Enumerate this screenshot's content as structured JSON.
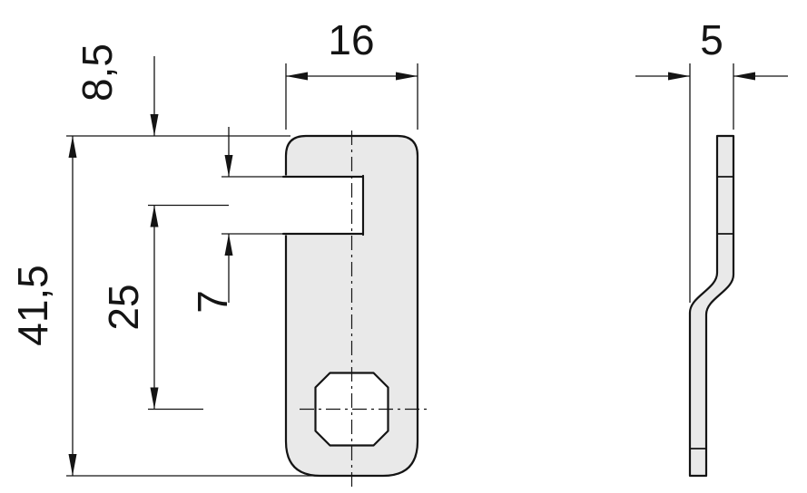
{
  "drawing": {
    "labels": {
      "front_width": "16",
      "top_to_slot": "8,5",
      "overall_height": "41,5",
      "slot_to_hole_center": "25",
      "slot_height": "7",
      "side_depth": "5"
    },
    "colors": {
      "part_fill": "#e9e9e9",
      "line": "#141414",
      "background": "#ffffff"
    }
  }
}
